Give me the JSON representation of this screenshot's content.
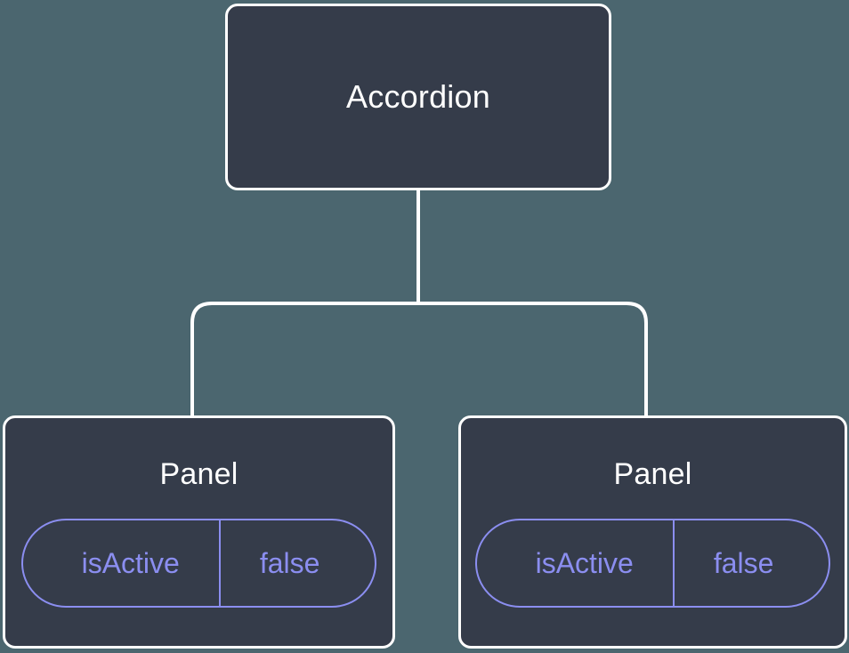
{
  "diagram": {
    "type": "component-tree",
    "background_color": "#4b666f",
    "node_fill_color": "#353c4a",
    "node_border_color": "#ffffff",
    "edge_color": "#ffffff",
    "badge_color": "#8b8ef0",
    "title_color": "#ffffff"
  },
  "root": {
    "label": "Accordion"
  },
  "children": [
    {
      "label": "Panel",
      "prop": {
        "key": "isActive",
        "value": "false"
      }
    },
    {
      "label": "Panel",
      "prop": {
        "key": "isActive",
        "value": "false"
      }
    }
  ]
}
